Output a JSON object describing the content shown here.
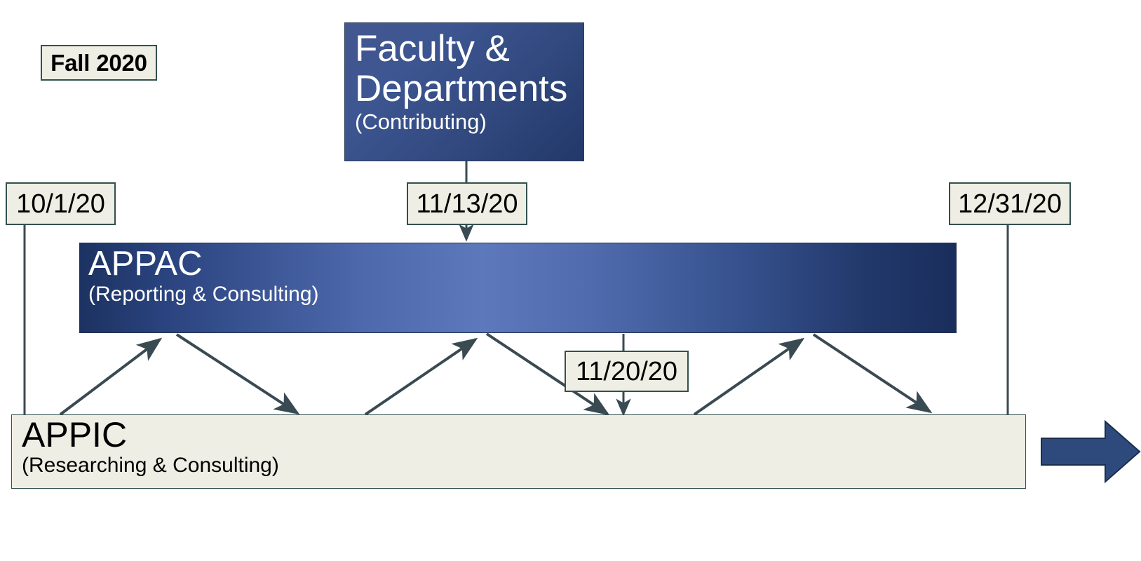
{
  "diagram": {
    "title_hidden": "Fall 2020 APPAC / APPIC process timeline",
    "season_label": "Fall 2020",
    "nodes": {
      "faculty": {
        "title": "Faculty & Departments",
        "title_line1": "Faculty &",
        "title_line2": "Departments",
        "role": "(Contributing)"
      },
      "appac": {
        "title": "APPAC",
        "role": "(Reporting & Consulting)"
      },
      "appic": {
        "title": "APPIC",
        "role": "(Researching & Consulting)"
      }
    },
    "dates": {
      "start": "10/1/20",
      "faculty_input": "11/13/20",
      "mid_review": "11/20/20",
      "end": "12/31/20"
    },
    "colors": {
      "dark_navy": "#1c3261",
      "mid_blue": "#5d78bb",
      "cream": "#eeeee4",
      "border_slate": "#33504f",
      "arrow_gray": "#3a4a52",
      "block_arrow": "#2e4a7d"
    },
    "icons": {
      "continuation": "right-block-arrow-icon"
    }
  }
}
